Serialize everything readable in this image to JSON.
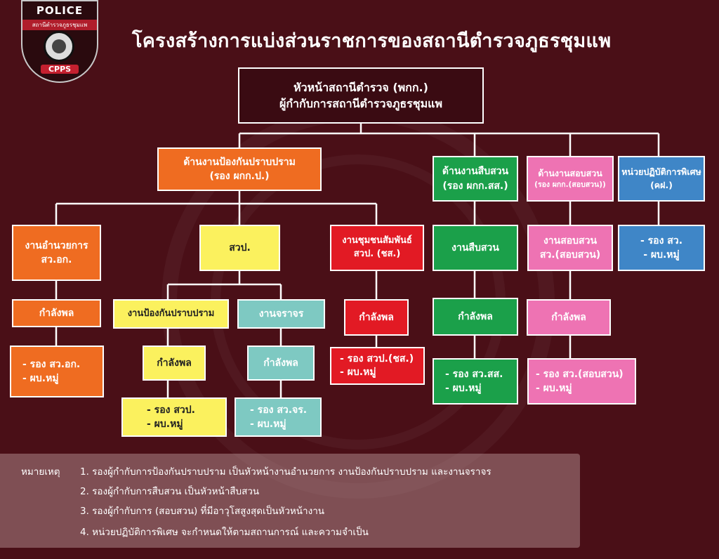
{
  "title": "โครงสร้างการแบ่งส่วนราชการของสถานีตำรวจภูธรชุมแพ",
  "logo": {
    "top_text": "POLICE",
    "thai_text": "สถานีตำรวจภูธรชุมแพ",
    "badge": "CPPS"
  },
  "colors": {
    "dark": "#3a0b12",
    "orange": "#ef6c21",
    "yellow": "#fbf15e",
    "red": "#e21a24",
    "green": "#1ba04a",
    "pink": "#ee73b3",
    "blue": "#3f86c7",
    "teal": "#7ec9c2"
  },
  "boxes": {
    "head": [
      "หัวหน้าสถานีตำรวจ (พกก.)",
      "ผู้กำกับการสถานีตำรวจภูธรชุมแพ"
    ],
    "prevention": [
      "ด้านงานป้องกันปราบปราม",
      "(รอง ผกก.ป.)"
    ],
    "investigation": [
      "ด้านงานสืบสวน",
      "(รอง ผกก.สส.)"
    ],
    "inquiry": [
      "ด้านงานสอบสวน",
      "(รอง ผกก.(สอบสวน))"
    ],
    "special": [
      "หน่วยปฏิบัติการพิเศษ",
      "(คฝ.)"
    ],
    "admin": [
      "งานอำนวยการ",
      "สว.อก."
    ],
    "svp": [
      "สวป."
    ],
    "community": [
      "งานชุมชนสัมพันธ์",
      "สวป. (ชส.)"
    ],
    "inv_work": [
      "งานสืบสวน"
    ],
    "inq_work": [
      "งานสอบสวน",
      "สว.(สอบสวน)"
    ],
    "special_staff": [
      "- รอง สว.",
      "- ผบ.หมู่"
    ],
    "admin_force": [
      "กำลังพล"
    ],
    "prev_work": [
      "งานป้องกันปราบปราม"
    ],
    "traffic": [
      "งานจราจร"
    ],
    "comm_force": [
      "กำลังพล"
    ],
    "inv_force": [
      "กำลังพล"
    ],
    "inq_force": [
      "กำลังพล"
    ],
    "admin_staff": [
      "- รอง สว.อก.",
      "- ผบ.หมู่"
    ],
    "prev_force": [
      "กำลังพล"
    ],
    "traffic_force": [
      "กำลังพล"
    ],
    "comm_staff": [
      "- รอง สวป.(ชส.)",
      "- ผบ.หมู่"
    ],
    "inv_staff": [
      "- รอง สว.สส.",
      "- ผบ.หมู่"
    ],
    "inq_staff": [
      "- รอง สว.(สอบสวน)",
      "- ผบ.หมู่"
    ],
    "prev_staff": [
      "- รอง สวป.",
      "- ผบ.หมู่"
    ],
    "traffic_staff": [
      "- รอง สว.จร.",
      "- ผบ.หมู่"
    ]
  },
  "notes": {
    "label": "หมายเหตุ",
    "items": [
      "1. รองผู้กำกับการป้องกันปราบปราม เป็นหัวหน้างานอำนวยการ งานป้องกันปราบปราม และงานจราจร",
      "2. รองผู้กำกับการสืบสวน เป็นหัวหน้าสืบสวน",
      "3. รองผู้กำกับการ (สอบสวน) ที่มีอาวุโสสูงสุดเป็นหัวหน้างาน",
      "4. หน่วยปฏิบัติการพิเศษ จะกำหนดให้ตามสถานการณ์ และความจำเป็น"
    ]
  }
}
